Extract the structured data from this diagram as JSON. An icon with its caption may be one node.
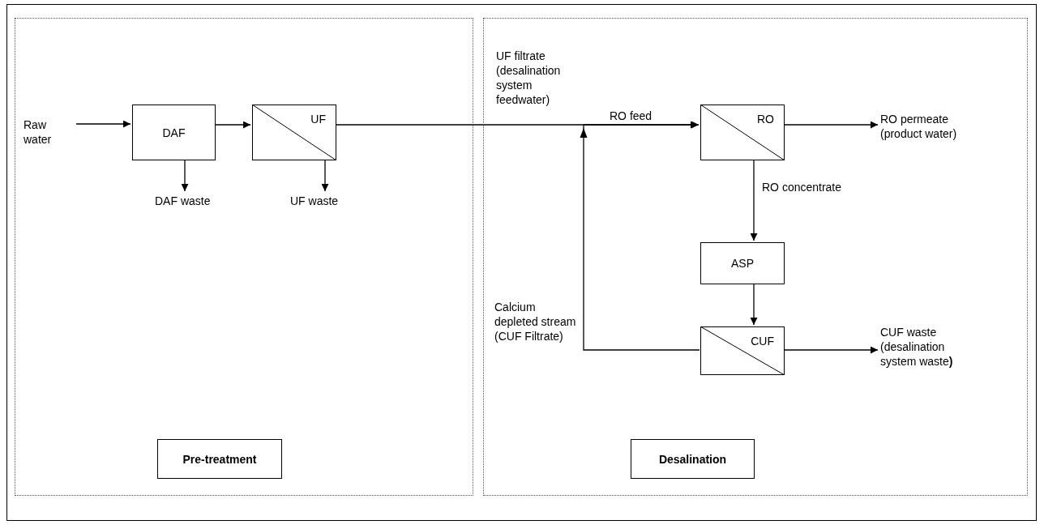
{
  "diagram": {
    "nodes": [
      {
        "text": [],
        "shape": "box"
      },
      {
        "text": [
          "Raw water"
        ],
        "in": 0
      },
      {
        "text": [
          "DAF"
        ],
        "in": 0
      },
      {
        "text": [
          "UF"
        ],
        "in": 0
      },
      {
        "text": [
          "DAF waste"
        ],
        "in": 0
      },
      {
        "text": [
          "UF waste"
        ],
        "in": 0
      },
      {
        "text": [
          "Pre-treatment"
        ],
        "in": 0
      },
      {
        "text": [],
        "shape": "box"
      },
      {
        "text": [
          "RO"
        ],
        "in": 7
      },
      {
        "text": [
          "RO permeate (product water)"
        ],
        "in": 7
      },
      {
        "text": [
          "ASP"
        ],
        "in": 7
      },
      {
        "text": [
          "CUF"
        ],
        "in": 7
      },
      {
        "text": [
          "CUF waste (desalination system waste**)**"
        ],
        "in": 7
      },
      {
        "text": [
          "Desalination"
        ],
        "in": 7
      }
    ],
    "edges": [
      {
        "from": 1,
        "to": 2,
        "arrow": "to"
      },
      {
        "from": 2,
        "to": 3,
        "arrow": "to"
      },
      {
        "from": 2,
        "to": 4,
        "arrow": "to"
      },
      {
        "from": 3,
        "to": 5,
        "arrow": "to"
      },
      {
        "from": 3,
        "to": 8,
        "arrow": "to",
        "label": "UF filtrate (desalination system feedwater)"
      },
      {
        "from": 8,
        "to": 9,
        "arrow": "to"
      },
      {
        "from": 8,
        "to": 10,
        "arrow": "to",
        "label": "RO concentrate"
      },
      {
        "from": 10,
        "to": 11,
        "arrow": "to"
      },
      {
        "from": 11,
        "to": 12,
        "arrow": "to"
      },
      {
        "from": 11,
        "to": 8,
        "arrow": "to",
        "label": "Calcium depleted stream (CUF Filtrate)"
      }
    ],
    "labels": [
      "RO feed"
    ]
  }
}
